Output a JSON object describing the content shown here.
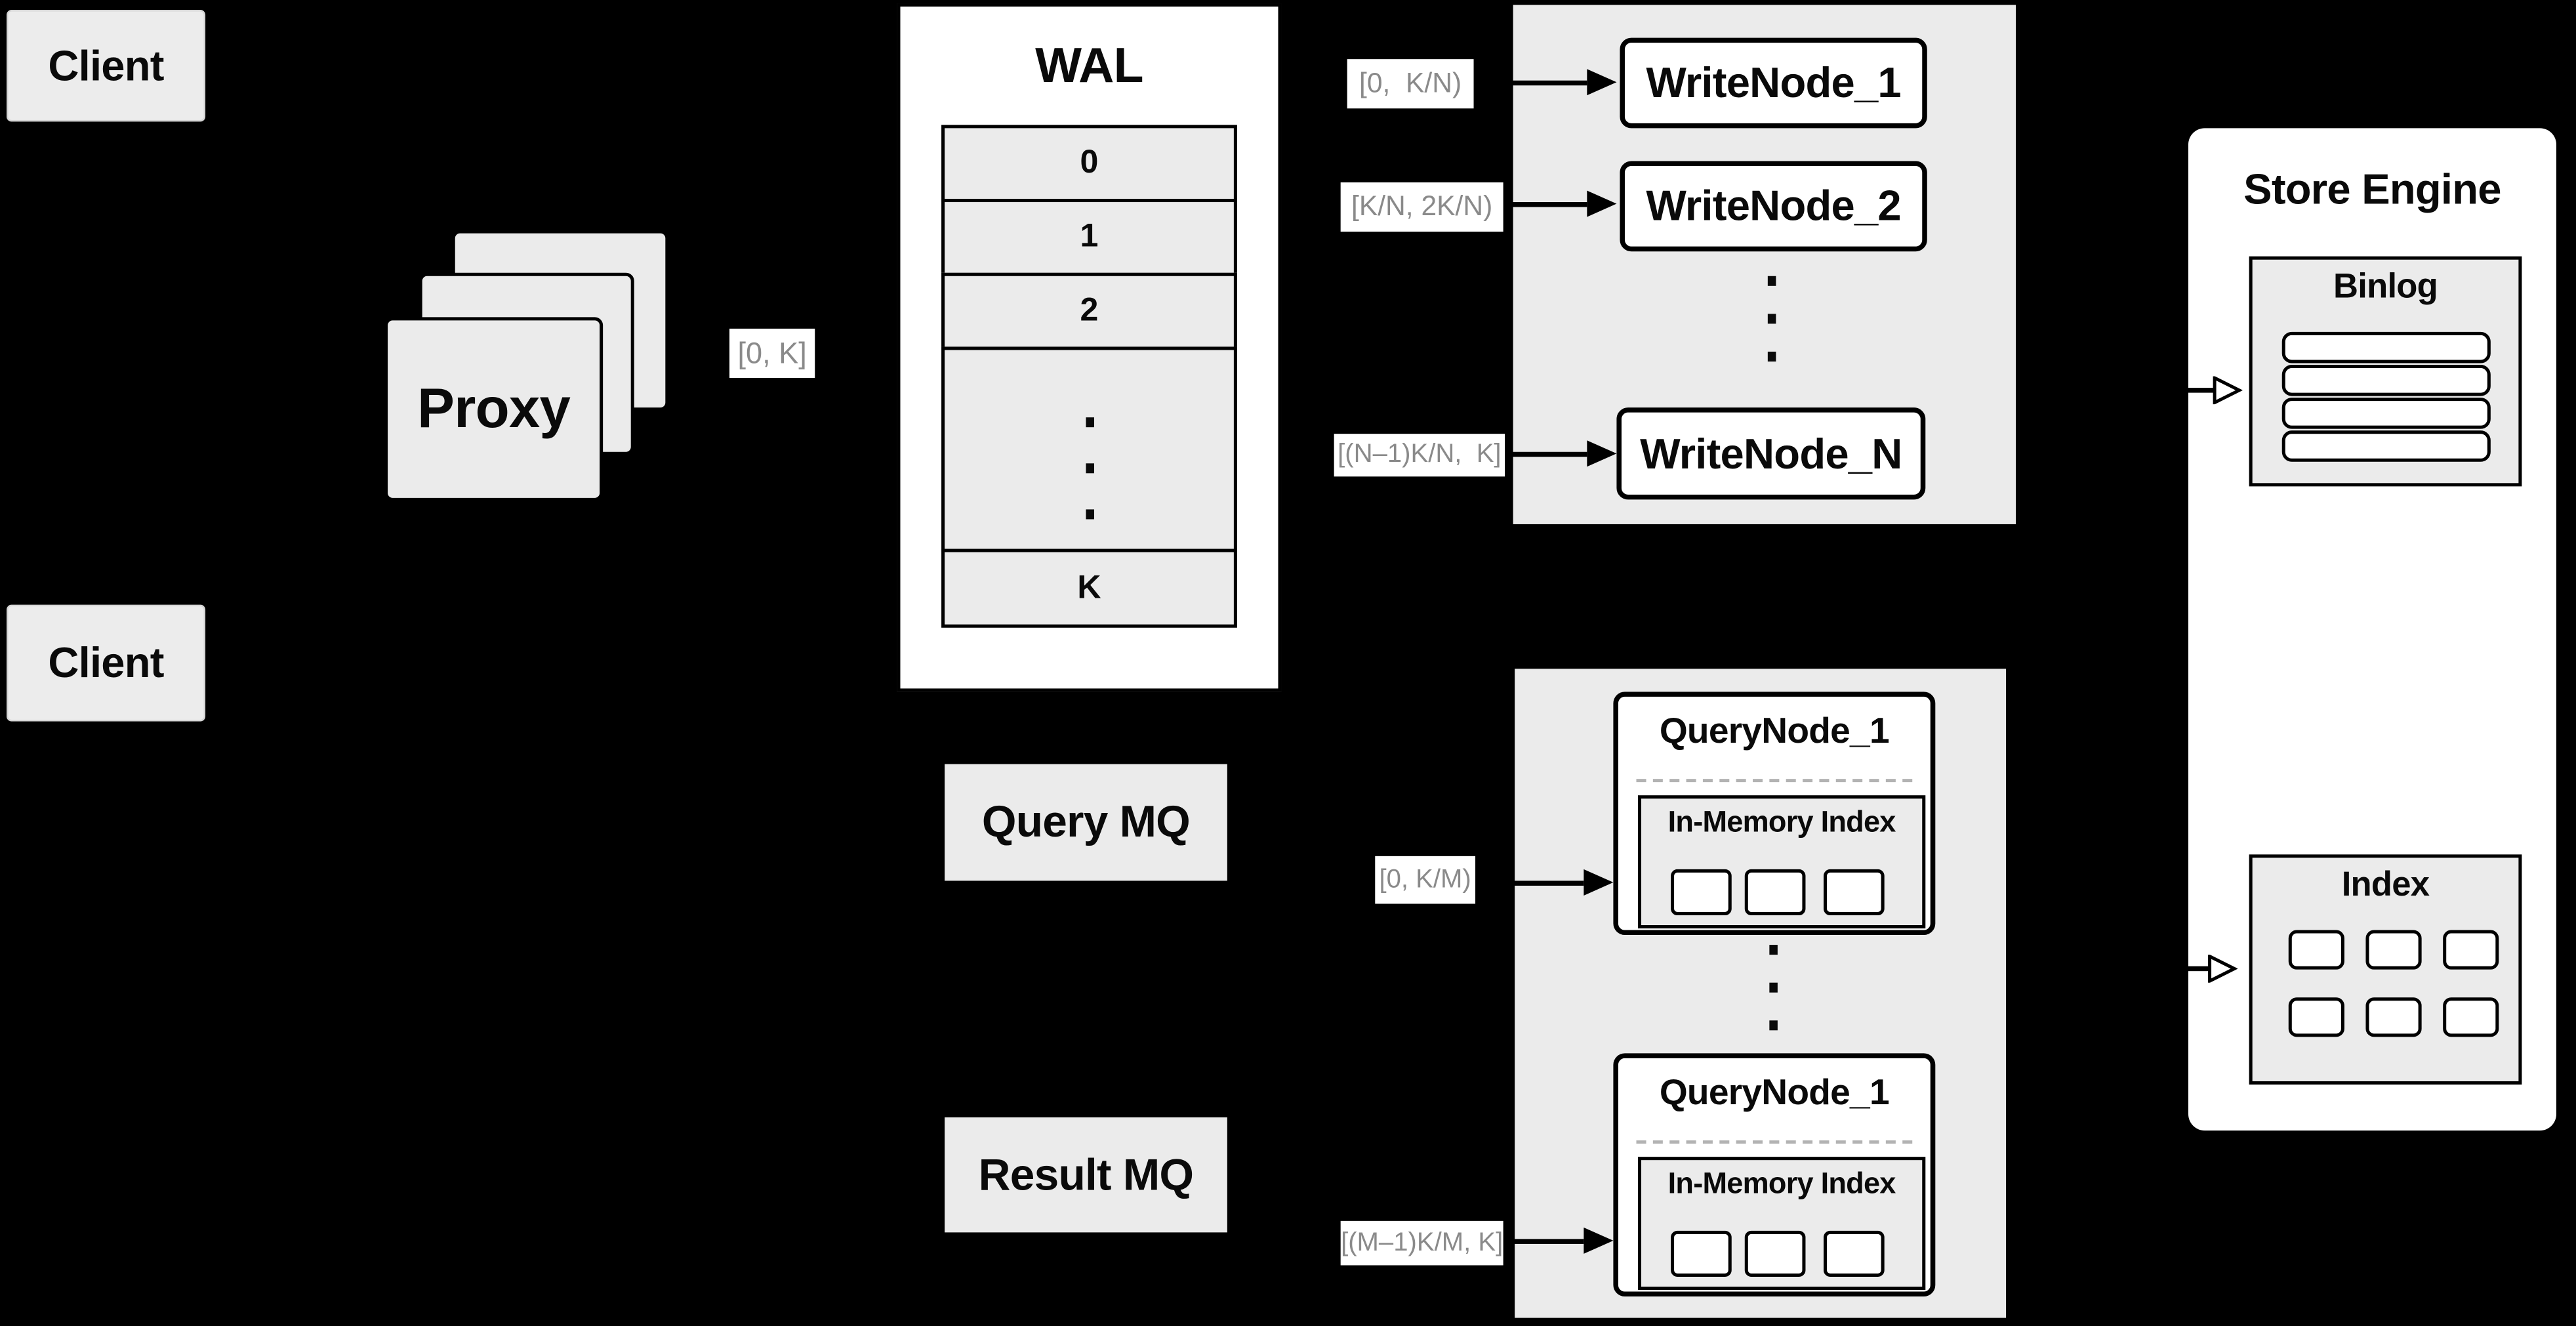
{
  "colors": {
    "background": "#000000",
    "panel_gray": "#EBEBEB",
    "box_white": "#FFFFFF",
    "line_black": "#000000",
    "label_text_gray": "#8A8A8A"
  },
  "clients": {
    "top_label": "Client",
    "bottom_label": "Client"
  },
  "proxy": {
    "label": "Proxy"
  },
  "range_labels": {
    "proxy_to_wal": "[0, K]",
    "to_write_node_1": "[0,  K/N)",
    "to_write_node_2": "[K/N, 2K/N)",
    "to_write_node_n": "[(N–1)K/N,  K]",
    "to_query_node_1": "[0, K/M)",
    "to_query_node_2": "[(M–1)K/M, K]"
  },
  "wal": {
    "title": "WAL",
    "rows": {
      "r0": "0",
      "r1": "1",
      "r2": "2",
      "rk": "K"
    }
  },
  "write_nodes": {
    "node1": "WriteNode_1",
    "node2": "WriteNode_2",
    "nodeN": "WriteNode_N"
  },
  "mq": {
    "query": "Query MQ",
    "result": "Result MQ"
  },
  "query_nodes": {
    "node1_title": "QueryNode_1",
    "node2_title": "QueryNode_1",
    "in_memory_label_1": "In-Memory Index",
    "in_memory_label_2": "In-Memory Index"
  },
  "store_engine": {
    "title": "Store Engine",
    "binlog_title": "Binlog",
    "index_title": "Index"
  },
  "icons": {
    "solid_arrow": "right-pointing filled black arrow",
    "hollow_arrow": "right-pointing white-filled black-outline arrow",
    "vertical_ellipsis": "three stacked square dots"
  }
}
